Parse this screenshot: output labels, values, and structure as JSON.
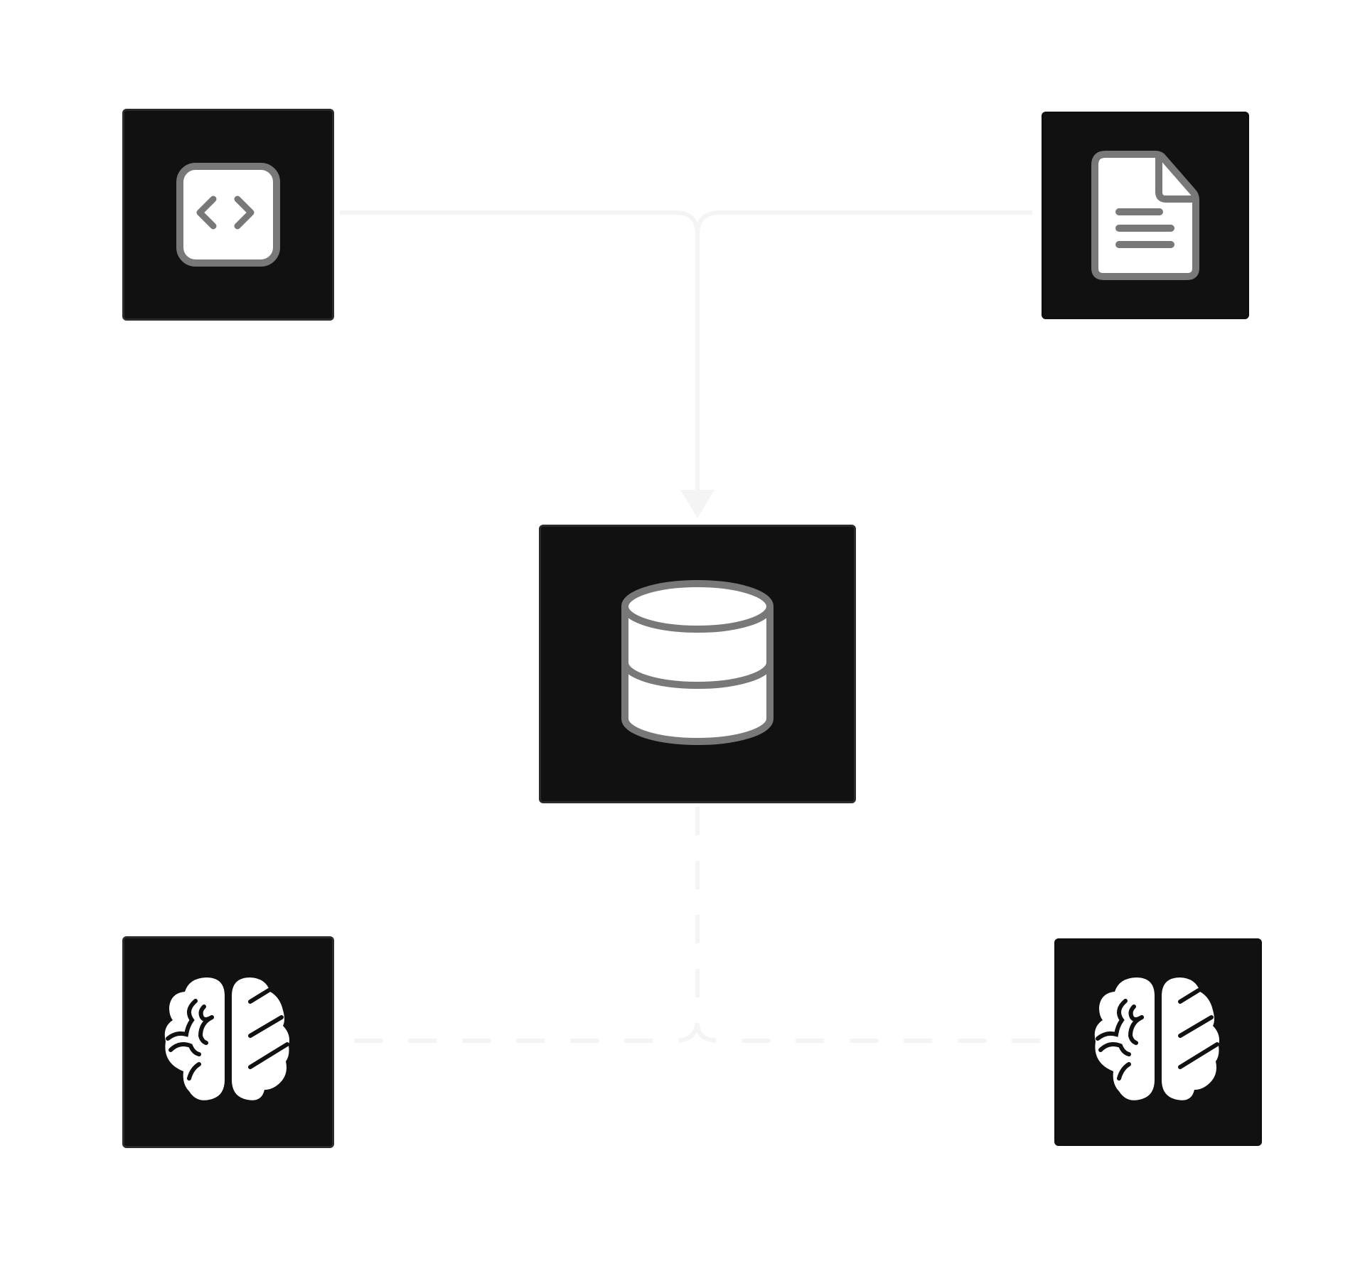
{
  "diagram": {
    "nodes": [
      {
        "id": "code",
        "icon": "code-icon"
      },
      {
        "id": "document",
        "icon": "document-icon"
      },
      {
        "id": "database",
        "icon": "database-icon"
      },
      {
        "id": "brain-left",
        "icon": "brain-icon"
      },
      {
        "id": "brain-right",
        "icon": "brain-icon"
      }
    ],
    "edges": [
      {
        "from": "code",
        "to": "database",
        "style": "solid"
      },
      {
        "from": "document",
        "to": "database",
        "style": "solid"
      },
      {
        "from": "database",
        "to": "brain-left",
        "style": "dashed"
      },
      {
        "from": "database",
        "to": "brain-right",
        "style": "dashed"
      }
    ],
    "colors": {
      "node_fill": "#111111",
      "node_border": "#2a2a2a",
      "icon_stroke": "#787878",
      "icon_fill": "#ffffff",
      "connector": "#f4f4f4",
      "background": "#ffffff"
    }
  }
}
